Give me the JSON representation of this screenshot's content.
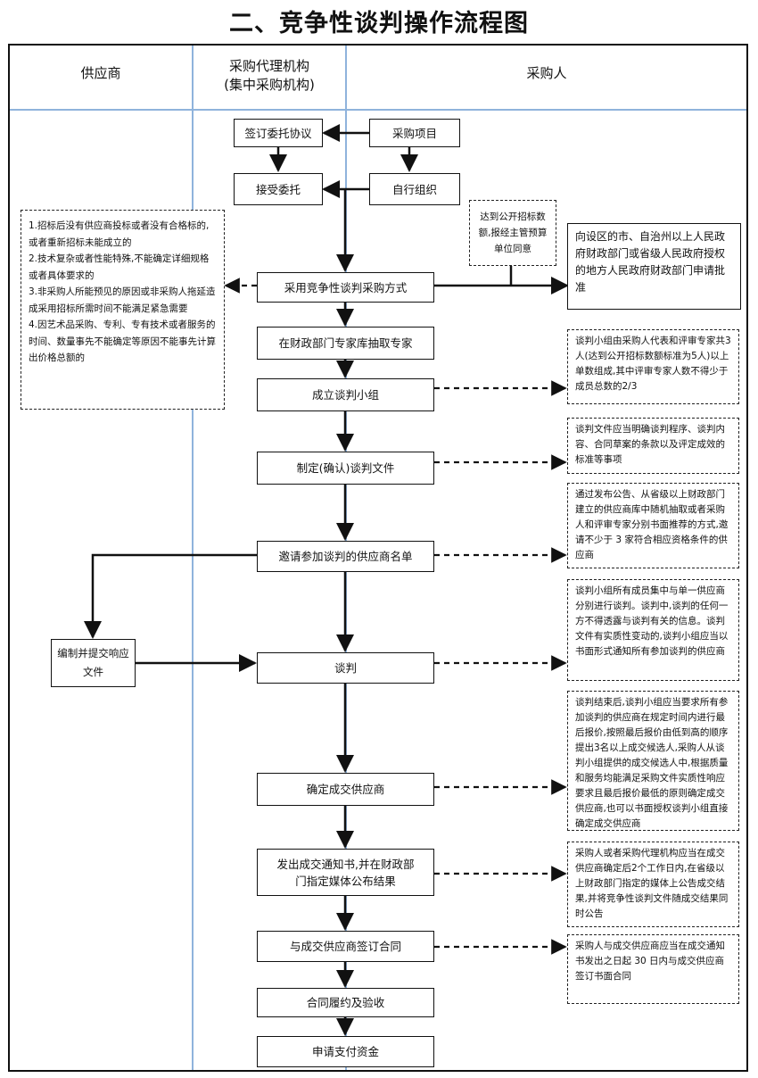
{
  "title": "二、竞争性谈判操作流程图",
  "lanes": {
    "supplier": "供应商",
    "agency_line1": "采购代理机构",
    "agency_line2": "(集中采购机构)",
    "purchaser": "采购人"
  },
  "boxes": {
    "sign_agreement": "签订委托协议",
    "procurement_project": "采购项目",
    "accept_entrust": "接受委托",
    "self_organize": "自行组织",
    "adopt_method": "采用竞争性谈判采购方式",
    "extract_experts": "在财政部门专家库抽取专家",
    "form_team": "成立谈判小组",
    "make_docs": "制定(确认)谈判文件",
    "invite_list": "邀请参加谈判的供应商名单",
    "prepare_response": "编制并提交响应文件",
    "negotiate": "谈判",
    "confirm_supplier": "确定成交供应商",
    "issue_notice_l1": "发出成交通知书,并在财政部",
    "issue_notice_l2": "门指定媒体公布结果",
    "sign_contract": "与成交供应商签订合同",
    "perform_contract": "合同履约及验收",
    "apply_payment": "申请支付资金"
  },
  "notes": {
    "conditions": [
      "1.招标后没有供应商投标或者没有合格标的,或者重新招标未能成立的",
      "2.技术复杂或者性能特殊,不能确定详细规格或者具体要求的",
      "3.非采购人所能预见的原因或非采购人拖延造成采用招标所需时间不能满足紧急需要",
      "4.因艺术品采购、专利、专有技术或者服务的时间、数量事先不能确定等原因不能事先计算出价格总额的"
    ],
    "threshold": "达到公开招标数额,报经主管预算单位同意",
    "approval": "向设区的市、自治州以上人民政府财政部门或省级人民政府授权的地方人民政府财政部门申请批准",
    "team_composition": "谈判小组由采购人代表和评审专家共3人(达到公开招标数额标准为5人)以上单数组成,其中评审专家人数不得少于成员总数的2/3",
    "doc_content": "谈判文件应当明确谈判程序、谈判内容、合同草案的条款以及评定成效的标准等事项",
    "supplier_selection": "通过发布公告、从省级以上财政部门建立的供应商库中随机抽取或者采购人和评审专家分别书面推荐的方式,邀请不少于 3 家符合相应资格条件的供应商",
    "negotiation_rule": "谈判小组所有成员集中与单一供应商分别进行谈判。谈判中,谈判的任何一方不得透露与谈判有关的信息。谈判文件有实质性变动的,谈判小组应当以书面形式通知所有参加谈判的供应商",
    "final_quote": "谈判结束后,谈判小组应当要求所有参加谈判的供应商在规定时间内进行最后报价,按照最后报价由低到高的顺序提出3名以上成交候选人,采购人从谈判小组提供的成交候选人中,根据质量和服务均能满足采购文件实质性响应要求且最后报价最低的原则确定成交供应商,也可以书面授权谈判小组直接确定成交供应商",
    "announce": "采购人或者采购代理机构应当在成交供应商确定后2个工作日内,在省级以上财政部门指定的媒体上公告成交结果,并将竞争性谈判文件随成交结果同时公告",
    "contract_deadline": "采购人与成交供应商应当在成交通知书发出之日起 30 日内与成交供应商签订书面合同"
  }
}
